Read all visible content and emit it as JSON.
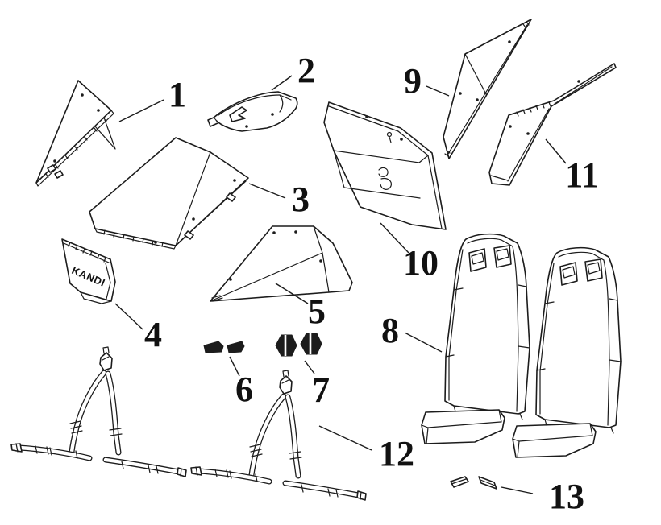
{
  "diagram": {
    "background_color": "#ffffff",
    "line_color": "#1c1c1c",
    "badge_text": "KANDI",
    "callouts": [
      {
        "label": "1"
      },
      {
        "label": "2"
      },
      {
        "label": "3"
      },
      {
        "label": "4"
      },
      {
        "label": "5"
      },
      {
        "label": "6"
      },
      {
        "label": "7"
      },
      {
        "label": "8"
      },
      {
        "label": "9"
      },
      {
        "label": "10"
      },
      {
        "label": "11"
      },
      {
        "label": "12"
      },
      {
        "label": "13"
      }
    ]
  }
}
